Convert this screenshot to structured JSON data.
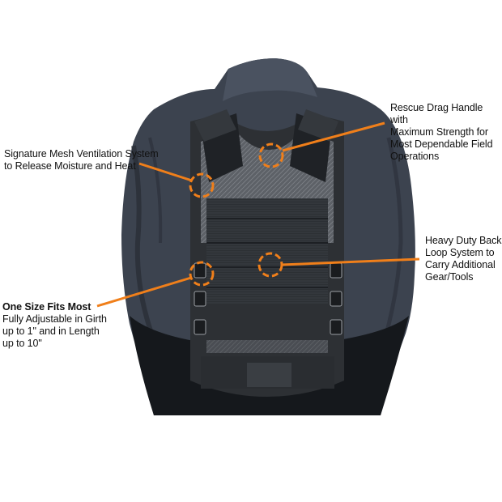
{
  "image": {
    "subject": "Tactical vest worn by person, rear view",
    "background": "#ffffff"
  },
  "colors": {
    "callout": "#f07f1a",
    "shirt": "#3a414d",
    "shirt_dark": "#252a33",
    "vest": "#2c2f33",
    "mesh": "#6b6f75",
    "text": "#111111"
  },
  "callouts": [
    {
      "id": "mesh-ventilation",
      "lines": [
        "Signature Mesh Ventilation System",
        "to Release Moisture and Heat"
      ]
    },
    {
      "id": "rescue-drag-handle",
      "lines": [
        "Rescue Drag Handle with",
        "Maximum Strength for",
        "Most Dependable Field",
        "Operations"
      ]
    },
    {
      "id": "back-loop-system",
      "lines": [
        "Heavy Duty Back",
        "Loop System to",
        "Carry Additional",
        "Gear/Tools"
      ]
    },
    {
      "id": "one-size",
      "title": "One Size Fits Most",
      "lines": [
        "Fully Adjustable in Girth",
        "up to 1\" and in Length",
        "up to 10\""
      ]
    }
  ]
}
